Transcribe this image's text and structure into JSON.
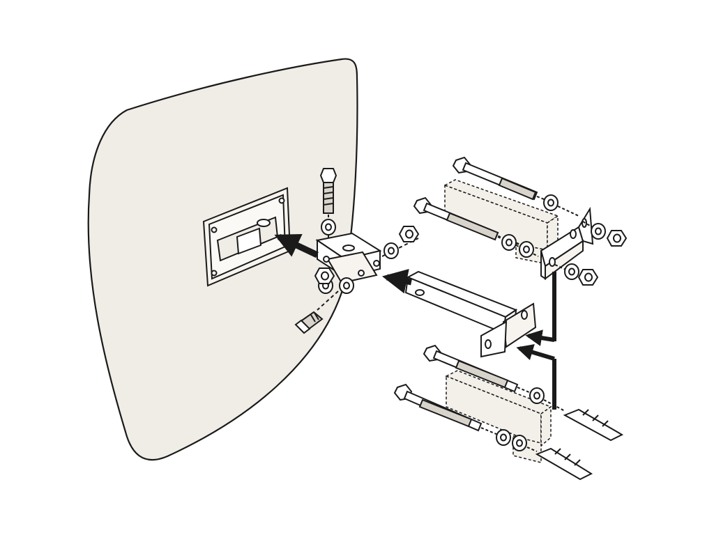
{
  "diagram": {
    "kind": "exploded assembly illustration",
    "text_labels": [],
    "colors": {
      "panel_fill": "#f0ece6",
      "line": "#1a1a1a",
      "ghost_block": "#f3efe9",
      "metal": "#ffffff",
      "thread_fill": "#d8d4cc"
    },
    "parts": [
      {
        "name": "panel",
        "icon": "curved-panel-icon"
      },
      {
        "name": "mounting-plate",
        "icon": "slotted-plate-icon"
      },
      {
        "name": "swivel-joint",
        "icon": "hinge-bracket-icon"
      },
      {
        "name": "support-arm",
        "icon": "square-tube-arm-icon"
      },
      {
        "name": "wall-bracket",
        "icon": "angle-bracket-icon"
      },
      {
        "name": "long-bolts",
        "icon": "hex-bolt-icon"
      },
      {
        "name": "anchor-screws",
        "icon": "lag-screw-icon"
      },
      {
        "name": "wall-plugs",
        "icon": "wall-plug-icon"
      },
      {
        "name": "nuts-and-washers",
        "icon": "hex-nut-icon"
      }
    ]
  }
}
